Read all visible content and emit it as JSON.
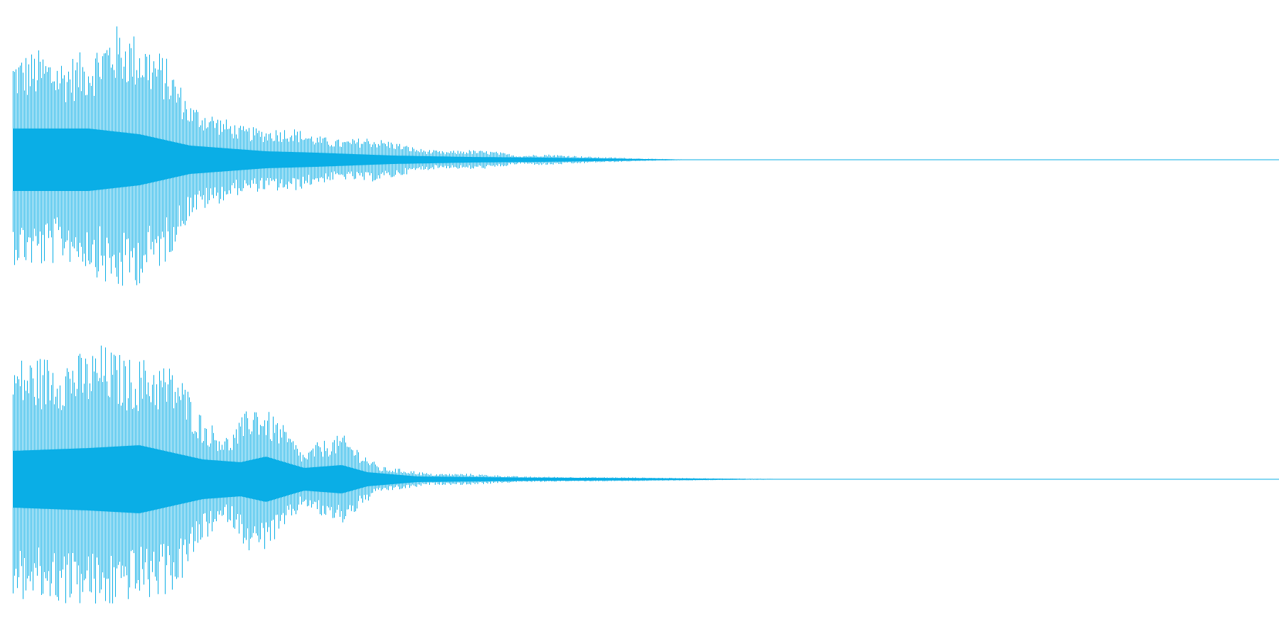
{
  "waveform": {
    "color": "#0aaee6",
    "channel_count": 2,
    "channels": [
      {
        "name": "",
        "envelope": [
          [
            0.0,
            0.74
          ],
          [
            0.02,
            0.78
          ],
          [
            0.04,
            0.72
          ],
          [
            0.06,
            0.78
          ],
          [
            0.07,
            0.86
          ],
          [
            0.08,
            0.96
          ],
          [
            0.1,
            0.88
          ],
          [
            0.12,
            0.74
          ],
          [
            0.14,
            0.4
          ],
          [
            0.16,
            0.32
          ],
          [
            0.18,
            0.24
          ],
          [
            0.2,
            0.22
          ],
          [
            0.22,
            0.23
          ],
          [
            0.24,
            0.17
          ],
          [
            0.26,
            0.14
          ],
          [
            0.28,
            0.16
          ],
          [
            0.3,
            0.13
          ],
          [
            0.32,
            0.08
          ],
          [
            0.34,
            0.06
          ],
          [
            0.36,
            0.07
          ],
          [
            0.38,
            0.06
          ],
          [
            0.4,
            0.03
          ],
          [
            0.42,
            0.04
          ],
          [
            0.44,
            0.03
          ],
          [
            0.46,
            0.02
          ],
          [
            0.48,
            0.015
          ],
          [
            0.5,
            0.008
          ],
          [
            0.52,
            0.004
          ],
          [
            0.55,
            0.0
          ],
          [
            1.0,
            0.0
          ]
        ],
        "core": [
          [
            0.0,
            0.22
          ],
          [
            0.06,
            0.22
          ],
          [
            0.08,
            0.2
          ],
          [
            0.1,
            0.18
          ],
          [
            0.12,
            0.14
          ],
          [
            0.14,
            0.1
          ],
          [
            0.2,
            0.06
          ],
          [
            0.24,
            0.05
          ],
          [
            0.3,
            0.03
          ],
          [
            0.36,
            0.02
          ],
          [
            0.42,
            0.015
          ],
          [
            0.5,
            0.005
          ],
          [
            0.55,
            0.0
          ],
          [
            1.0,
            0.0
          ]
        ]
      },
      {
        "name": "",
        "envelope": [
          [
            0.0,
            0.86
          ],
          [
            0.03,
            0.88
          ],
          [
            0.06,
            0.9
          ],
          [
            0.07,
            0.96
          ],
          [
            0.09,
            0.86
          ],
          [
            0.11,
            0.86
          ],
          [
            0.13,
            0.78
          ],
          [
            0.15,
            0.44
          ],
          [
            0.17,
            0.3
          ],
          [
            0.19,
            0.56
          ],
          [
            0.21,
            0.42
          ],
          [
            0.23,
            0.18
          ],
          [
            0.24,
            0.26
          ],
          [
            0.26,
            0.32
          ],
          [
            0.28,
            0.16
          ],
          [
            0.29,
            0.09
          ],
          [
            0.31,
            0.07
          ],
          [
            0.33,
            0.04
          ],
          [
            0.36,
            0.04
          ],
          [
            0.38,
            0.03
          ],
          [
            0.4,
            0.02
          ],
          [
            0.44,
            0.016
          ],
          [
            0.48,
            0.014
          ],
          [
            0.52,
            0.01
          ],
          [
            0.56,
            0.006
          ],
          [
            0.6,
            0.003
          ],
          [
            0.62,
            0.0
          ],
          [
            1.0,
            0.0
          ]
        ],
        "core": [
          [
            0.0,
            0.2
          ],
          [
            0.06,
            0.22
          ],
          [
            0.1,
            0.24
          ],
          [
            0.13,
            0.18
          ],
          [
            0.15,
            0.14
          ],
          [
            0.18,
            0.12
          ],
          [
            0.2,
            0.16
          ],
          [
            0.23,
            0.08
          ],
          [
            0.26,
            0.1
          ],
          [
            0.28,
            0.05
          ],
          [
            0.32,
            0.02
          ],
          [
            0.4,
            0.012
          ],
          [
            0.5,
            0.008
          ],
          [
            0.62,
            0.0
          ],
          [
            1.0,
            0.0
          ]
        ]
      }
    ]
  }
}
